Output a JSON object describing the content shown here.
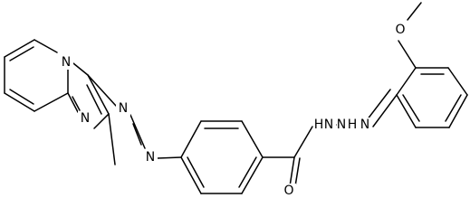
{
  "molecule": {
    "atoms": {
      "n_bridge": "N",
      "n_imine": "N",
      "n_azo_1": "N",
      "n_azo_2": "N",
      "o_carbonyl": "O",
      "n_hydrazide_1": "N",
      "n_hydrazide_2": "N",
      "h_hydrazide_1": "H",
      "h_hydrazide_2": "H",
      "n_hydrazone": "N",
      "o_methoxy": "O"
    }
  },
  "colors": {
    "bond": "#000000",
    "text": "#000000",
    "background": "#ffffff"
  }
}
